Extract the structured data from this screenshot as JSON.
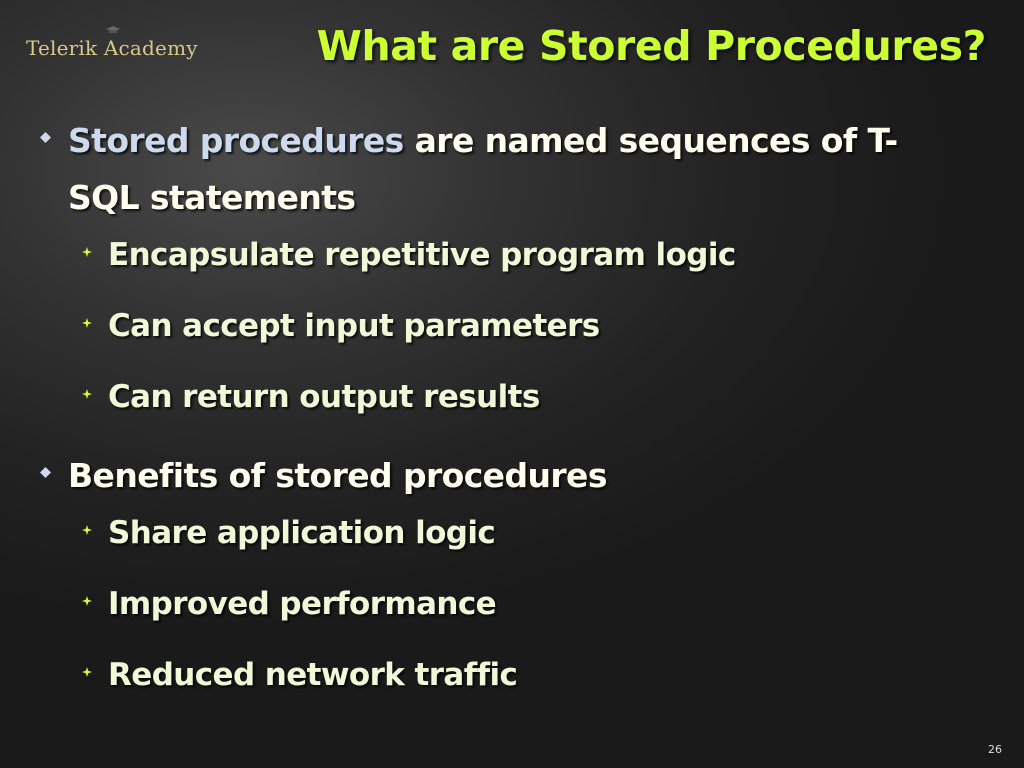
{
  "logo": {
    "text": "Telerik Academy"
  },
  "title": "What are Stored Procedures?",
  "bullets": [
    {
      "highlight": "Stored procedures",
      "rest": " are named sequences of T-SQL statements",
      "sub": [
        "Encapsulate repetitive program logic",
        "Can accept input parameters",
        "Can return output results"
      ]
    },
    {
      "highlight": "",
      "rest": "Benefits of stored procedures",
      "sub": [
        "Share application logic",
        "Improved performance",
        "Reduced network traffic"
      ]
    }
  ],
  "slide_number": "26",
  "colors": {
    "title": "#ccff33",
    "highlight": "#cdd9ec",
    "text": "#fffff0",
    "logo": "#d8c98a"
  }
}
